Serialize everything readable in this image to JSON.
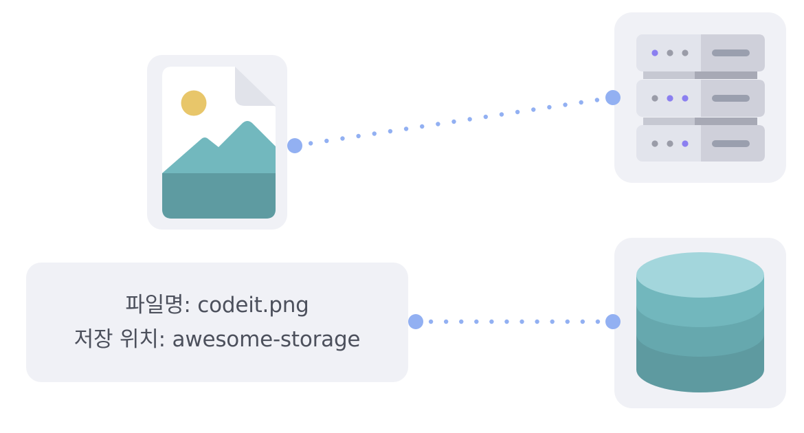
{
  "info": {
    "filename_line": "파일명: codeit.png",
    "location_line": "저장 위치: awesome-storage"
  },
  "colors": {
    "panel_bg": "#f0f1f6",
    "connector_dot": "#92b0f2",
    "file_sky": "#72b8be",
    "file_ground": "#5e9ba1",
    "sun": "#e8c66a",
    "server_body": "#e2e4ec",
    "server_slot": "#cfd0da",
    "server_accent": "#8b7ff0",
    "server_gray_dot": "#9a9ca8",
    "db_top": "#a3d6dc",
    "db_layer1": "#72b7bd",
    "db_layer2": "#66a8ae",
    "db_layer3": "#5e9aa0"
  },
  "icons": [
    "image-file-icon",
    "server-rack-icon",
    "database-icon"
  ],
  "connectors": [
    "file-to-server-connector",
    "info-to-database-connector"
  ]
}
